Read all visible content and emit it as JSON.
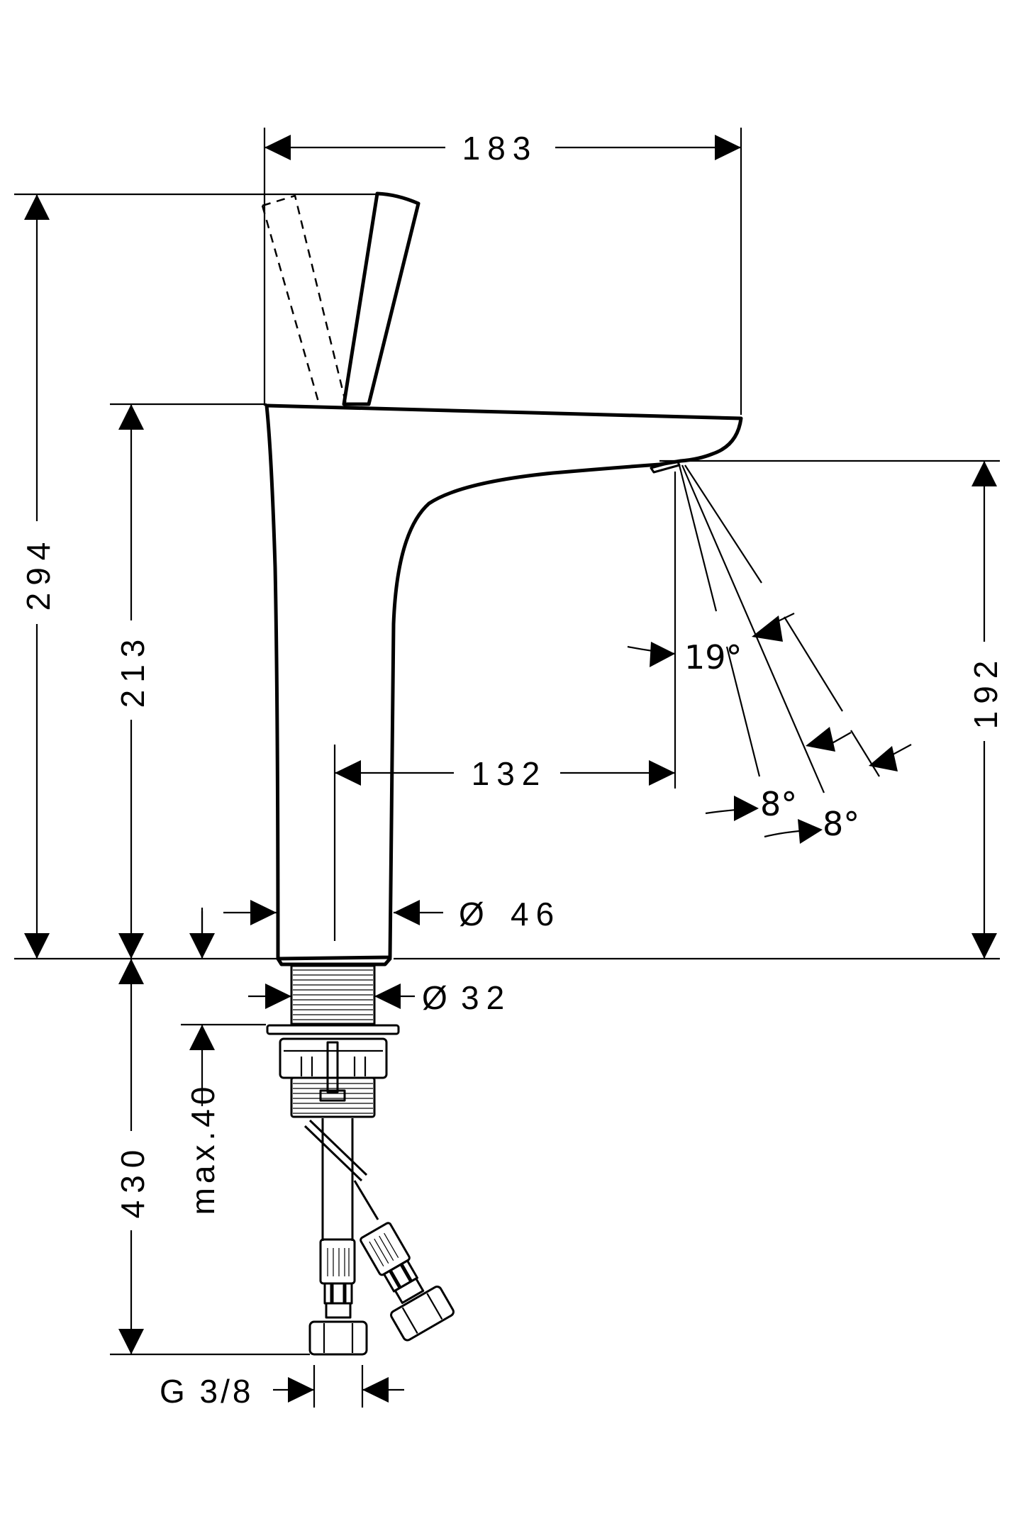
{
  "drawing": {
    "subject": "Single-lever basin mixer faucet – side elevation with dimensions",
    "units": "mm",
    "line_color": "#000000",
    "background_color": "#ffffff"
  },
  "dimensions": {
    "overall_projection": "183",
    "overall_height": "294",
    "body_height": "213",
    "spout_height": "192",
    "spout_reach": "132",
    "body_diameter_symbol": "Ø",
    "body_diameter": "46",
    "shank_diameter_symbol": "Ø",
    "shank_diameter": "32",
    "max_deck_thickness": "max.40",
    "hose_length": "430",
    "connection_thread": "G 3/8"
  },
  "angles": {
    "spray_angle_main": "19°",
    "spray_angle_a": "8°",
    "spray_angle_b": "8°"
  }
}
